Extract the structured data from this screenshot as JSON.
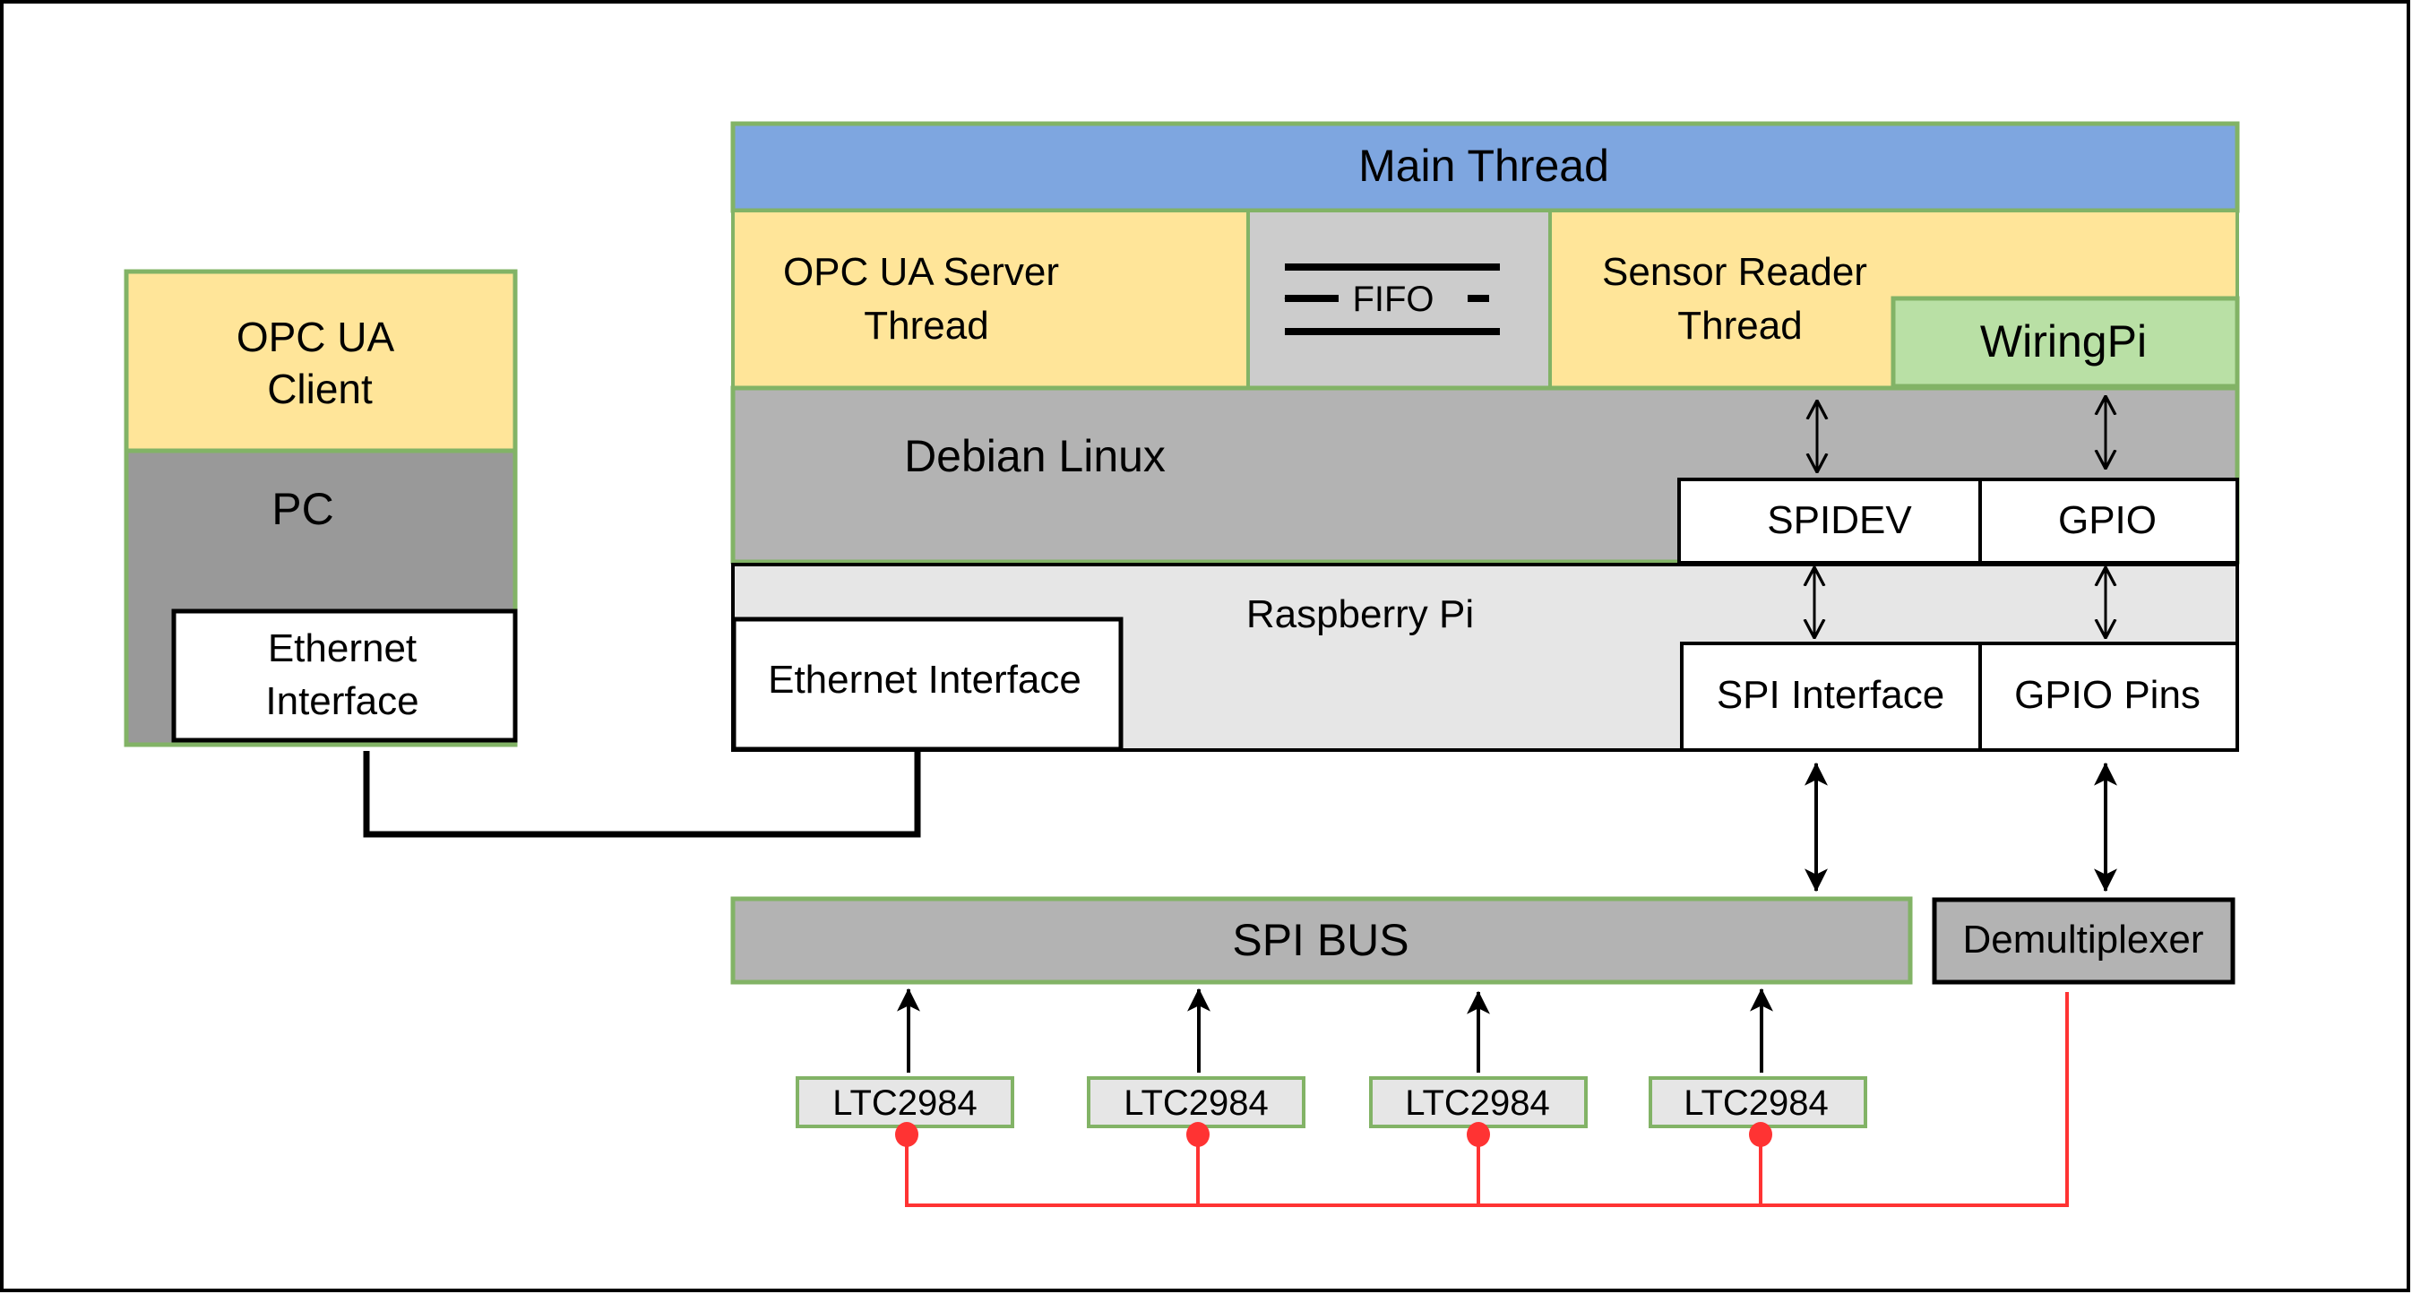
{
  "diagram": {
    "type": "system-architecture-block-diagram",
    "colors": {
      "thread_yellow": "#ffe599",
      "main_thread_blue": "#7ea6e0",
      "fifo_gray": "#cccccc",
      "wiringpi_green": "#b9e0a5",
      "os_gray": "#b3b3b3",
      "pc_gray": "#999999",
      "rpi_light_gray": "#e6e6e6",
      "ltc_fill": "#e6e6e6",
      "border_green": "#82b366",
      "border_black": "#000000",
      "select_line_red": "#ff3333"
    },
    "pc": {
      "client_label_line1": "OPC UA",
      "client_label_line2": "Client",
      "pc_label": "PC",
      "ethernet_line1": "Ethernet",
      "ethernet_line2": "Interface"
    },
    "raspberry_pi_stack": {
      "main_thread": "Main Thread",
      "opc_server_line1": "OPC UA Server",
      "opc_server_line2": "Thread",
      "fifo": "FIFO",
      "sensor_reader_line1": "Sensor Reader",
      "sensor_reader_line2": "Thread",
      "wiringpi": "WiringPi",
      "os": "Debian Linux",
      "spidev": "SPIDEV",
      "gpio": "GPIO",
      "board": "Raspberry Pi",
      "ethernet": "Ethernet Interface",
      "spi_interface": "SPI Interface",
      "gpio_pins": "GPIO Pins"
    },
    "peripherals": {
      "spi_bus": "SPI BUS",
      "demultiplexer": "Demultiplexer",
      "sensors": [
        "LTC2984",
        "LTC2984",
        "LTC2984",
        "LTC2984"
      ]
    },
    "connections": [
      {
        "from": "PC Ethernet Interface",
        "to": "Raspberry Pi Ethernet Interface",
        "style": "thick black line"
      },
      {
        "from": "Sensor Reader Thread",
        "to": "SPIDEV",
        "style": "bidirectional arrow"
      },
      {
        "from": "WiringPi",
        "to": "GPIO",
        "style": "bidirectional arrow"
      },
      {
        "from": "SPIDEV",
        "to": "SPI Interface",
        "style": "bidirectional arrow"
      },
      {
        "from": "GPIO",
        "to": "GPIO Pins",
        "style": "bidirectional arrow"
      },
      {
        "from": "SPI Interface",
        "to": "SPI BUS",
        "style": "bidirectional arrow"
      },
      {
        "from": "GPIO Pins",
        "to": "Demultiplexer",
        "style": "bidirectional arrow"
      },
      {
        "from": "LTC2984 (x4)",
        "to": "SPI BUS",
        "style": "arrow"
      },
      {
        "from": "Demultiplexer",
        "to": "LTC2984 (x4)",
        "style": "red chip-select line"
      }
    ]
  }
}
